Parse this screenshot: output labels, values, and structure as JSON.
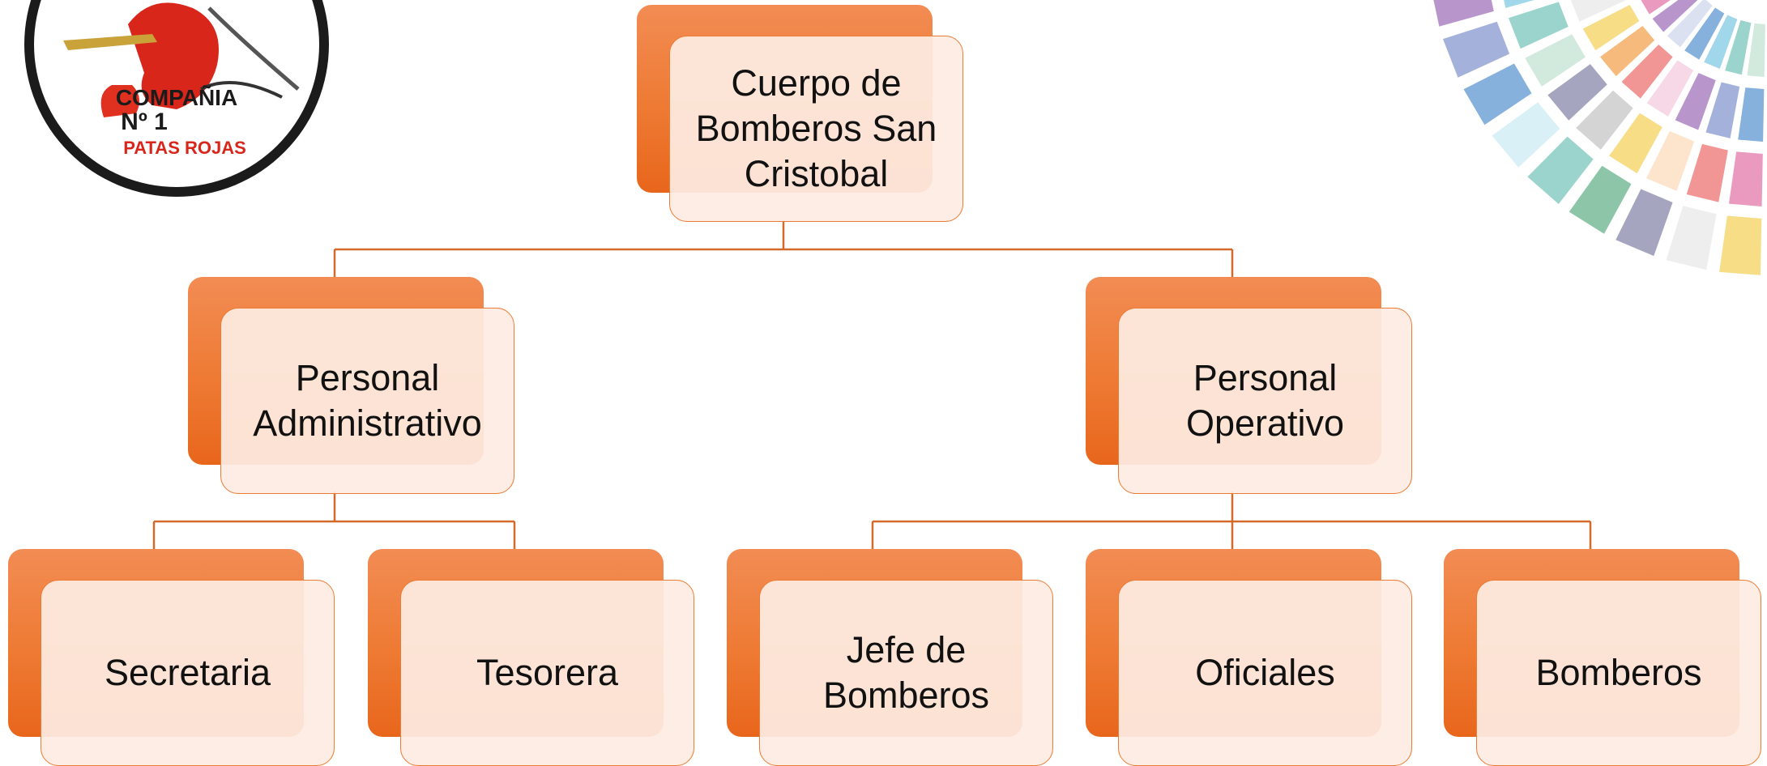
{
  "logo": {
    "line1": "COMPAÑIA",
    "line2": "Nº 1",
    "line3": "PATAS ROJAS"
  },
  "org": {
    "root": {
      "label": "Cuerpo de\nBomberos San\nCristobal"
    },
    "administrativo": {
      "label": "Personal\nAdministrativo"
    },
    "operativo": {
      "label": "Personal\nOperativo"
    },
    "secretaria": {
      "label": "Secretaria"
    },
    "tesorera": {
      "label": "Tesorera"
    },
    "jefe": {
      "label": "Jefe de\nBomberos"
    },
    "oficiales": {
      "label": "Oficiales"
    },
    "bomberos": {
      "label": "Bomberos"
    }
  },
  "colors": {
    "node_back": "#ee7a33",
    "node_front": "#fdece2",
    "connector": "#d46a2a"
  }
}
